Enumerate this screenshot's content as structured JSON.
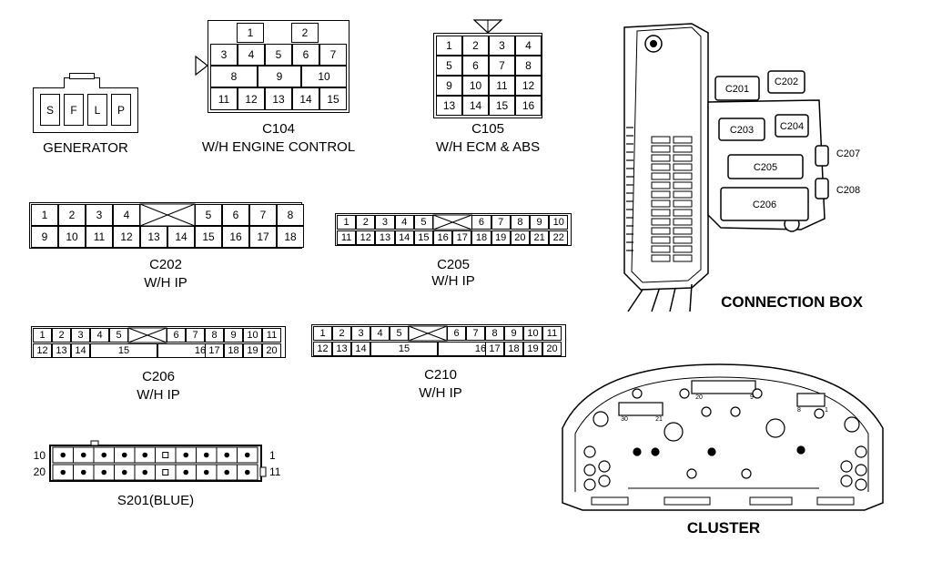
{
  "generator": {
    "pins": [
      "S",
      "F",
      "L",
      "P"
    ],
    "label": "GENERATOR"
  },
  "c104": {
    "row1": [
      "1",
      "2"
    ],
    "row2": [
      "3",
      "4",
      "5",
      "6",
      "7"
    ],
    "row3": [
      "8",
      "9",
      "10"
    ],
    "row4": [
      "11",
      "12",
      "13",
      "14",
      "15"
    ],
    "code": "C104",
    "name": "W/H ENGINE CONTROL"
  },
  "c105": {
    "rows": [
      [
        "1",
        "2",
        "3",
        "4"
      ],
      [
        "5",
        "6",
        "7",
        "8"
      ],
      [
        "9",
        "10",
        "11",
        "12"
      ],
      [
        "13",
        "14",
        "15",
        "16"
      ]
    ],
    "code": "C105",
    "name": "W/H ECM & ABS"
  },
  "c202": {
    "top": [
      "1",
      "2",
      "3",
      "4",
      "5",
      "6",
      "7",
      "8"
    ],
    "bottom": [
      "9",
      "10",
      "11",
      "12",
      "13",
      "14",
      "15",
      "16",
      "17",
      "18"
    ],
    "code": "C202",
    "name": "W/H IP"
  },
  "c205": {
    "top": [
      "1",
      "2",
      "3",
      "4",
      "5",
      "6",
      "7",
      "8",
      "9",
      "10"
    ],
    "bottom": [
      "11",
      "12",
      "13",
      "14",
      "15",
      "16",
      "17",
      "18",
      "19",
      "20",
      "21",
      "22"
    ],
    "code": "C205",
    "name": "W/H IP"
  },
  "c206": {
    "top": [
      "1",
      "2",
      "3",
      "4",
      "5",
      "6",
      "7",
      "8",
      "9",
      "10",
      "11"
    ],
    "bottom": [
      "12",
      "13",
      "14",
      "15",
      "16",
      "17",
      "18",
      "19",
      "20"
    ],
    "code": "C206",
    "name": "W/H IP"
  },
  "c210": {
    "top": [
      "1",
      "2",
      "3",
      "4",
      "5",
      "6",
      "7",
      "8",
      "9",
      "10",
      "11"
    ],
    "bottom": [
      "12",
      "13",
      "14",
      "15",
      "16",
      "17",
      "18",
      "19",
      "20"
    ],
    "code": "C210",
    "name": "W/H IP"
  },
  "s201": {
    "left_top": "10",
    "left_bottom": "20",
    "right_top": "1",
    "right_bottom": "11",
    "label": "S201(BLUE)"
  },
  "connection_box": {
    "labels": [
      "C201",
      "C202",
      "C203",
      "C204",
      "C205",
      "C206",
      "C207",
      "C208"
    ],
    "title": "CONNECTION BOX"
  },
  "cluster": {
    "pin_labels": [
      "20",
      "9",
      "30",
      "21",
      "8",
      "1"
    ],
    "title": "CLUSTER"
  }
}
